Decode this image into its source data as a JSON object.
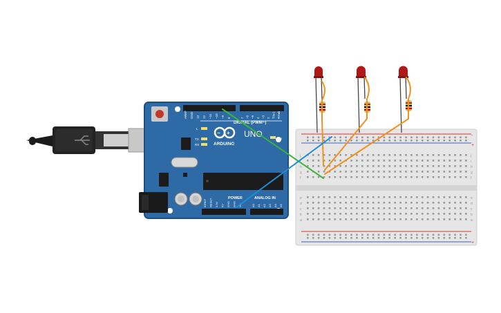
{
  "arduino": {
    "brand": "ARDUINO",
    "model": "UNO",
    "digital_label": "DIGITAL (PWM~)",
    "power_label": "POWER",
    "analog_label": "ANALOG IN",
    "on_label": "ON",
    "led_l": "L",
    "led_tx": "TX",
    "led_rx": "RX",
    "top_header_labels": [
      "AREF",
      "GND",
      "13",
      "12",
      "~11",
      "~10",
      "~9",
      "8",
      "7",
      "~6",
      "~5",
      "4",
      "~3",
      "2",
      "TX▸1",
      "RX◂0"
    ],
    "power_pins": [
      "IOREF",
      "RESET",
      "3.3V",
      "5V",
      "GND",
      "GND",
      "Vin"
    ],
    "analog_pins": [
      "A0",
      "A1",
      "A2",
      "A3",
      "A4",
      "A5"
    ]
  },
  "breadboard": {
    "row_letters_top": [
      "j",
      "i",
      "h",
      "g",
      "f"
    ],
    "row_letters_bottom": [
      "e",
      "d",
      "c",
      "b",
      "a"
    ],
    "columns": 30,
    "rail_plus": "+",
    "rail_minus": "-"
  },
  "wires": [
    {
      "name": "green-wire",
      "color": "#3cb43c"
    },
    {
      "name": "blue-wire",
      "color": "#1a8fd8"
    },
    {
      "name": "orange-wire",
      "color": "#f0901e"
    }
  ],
  "colors": {
    "board": "#2e6aa6",
    "board_dark": "#1e4f80",
    "led": "#b01818",
    "breadboard": "#e8e8e8",
    "rail_red": "#d33",
    "rail_blue": "#36c"
  }
}
